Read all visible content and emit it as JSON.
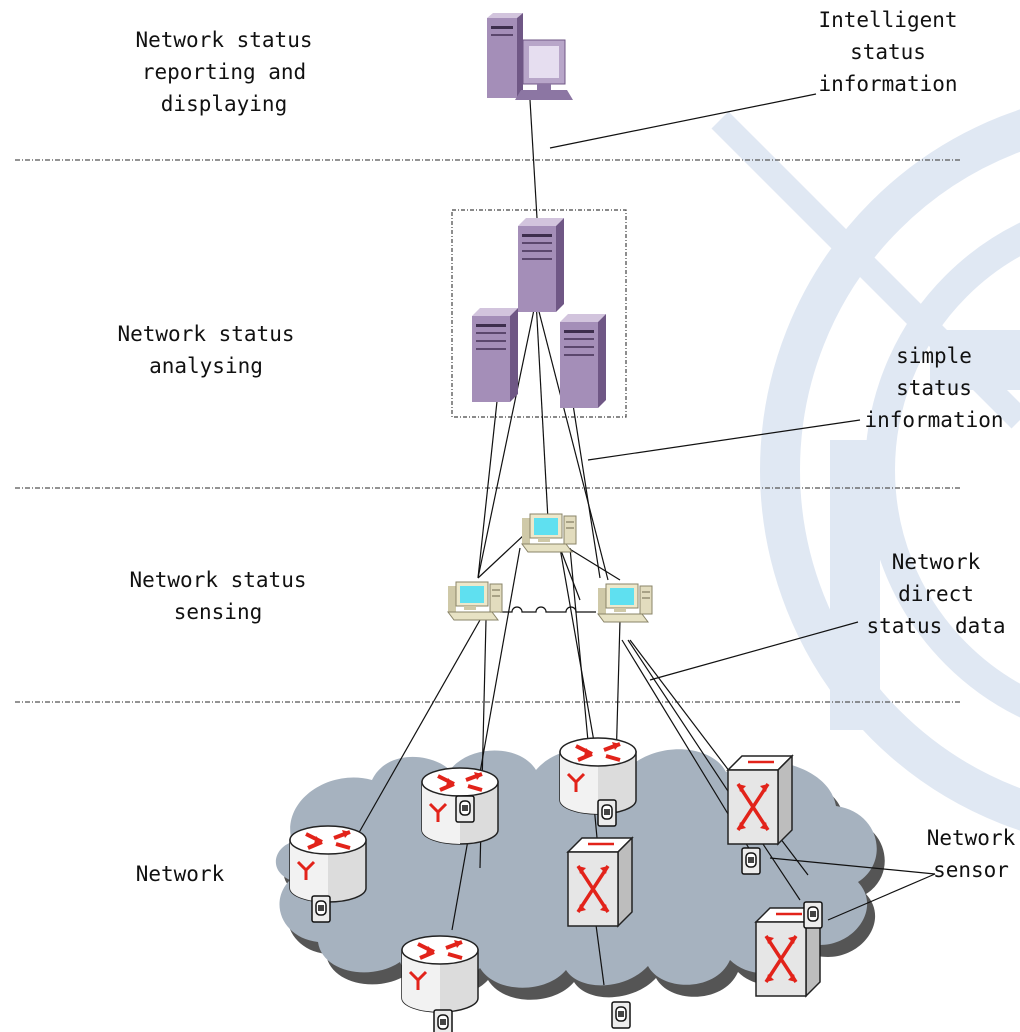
{
  "layers": [
    {
      "id": "reporting",
      "label": "Network status\nreporting and\ndisplaying"
    },
    {
      "id": "analysing",
      "label": "Network status\nanalysing"
    },
    {
      "id": "sensing",
      "label": "Network status\nsensing"
    },
    {
      "id": "network",
      "label": "Network"
    }
  ],
  "annotations": {
    "intelligent": "Intelligent\nstatus\ninformation",
    "simple": "simple\nstatus\ninformation",
    "direct": "Network\ndirect\nstatus data",
    "sensor": "Network\nsensor"
  },
  "colors": {
    "server": "#a48eb8",
    "server_dark": "#6f5785",
    "screen": "#5fe0f0",
    "pc_body": "#e7e2c4",
    "cloud": "#a6b2bf",
    "arrow": "#e2231a",
    "watermark": "#dbe4f1",
    "divider": "#555555"
  },
  "icons": {
    "top_station": "workstation-icon",
    "servers": "server-tower-icon",
    "sensors": "pc-sensor-icon",
    "routers": "router-icon",
    "switches": "switch-icon",
    "network_sensor": "network-sensor-icon",
    "cloud": "cloud-icon"
  }
}
